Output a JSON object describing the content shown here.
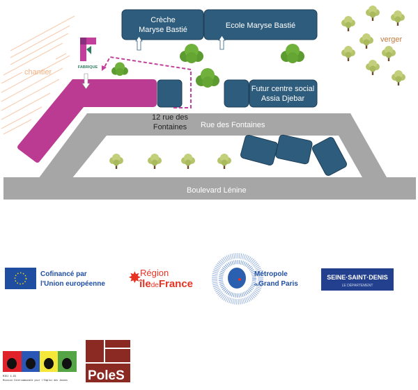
{
  "map": {
    "buildings": {
      "creche_line1": "Crèche",
      "creche_line2": "Maryse Bastié",
      "ecole": "Ecole Maryse Bastié",
      "centre_line1": "Futur centre social",
      "centre_line2": "Assia Djebar"
    },
    "labels": {
      "chantier": "chantier",
      "verger": "verger",
      "address_line1": "12 rue des",
      "address_line2": "Fontaines",
      "rue": "Rue des Fontaines",
      "boulevard": "Boulevard Lénine",
      "fabrique": "FABRIQUE"
    },
    "colors": {
      "building": "#2e5c7c",
      "magenta": "#bb3a92",
      "road": "#a6a6a6",
      "chantier": "#f4b183",
      "verger": "#c07a3e"
    }
  },
  "logos": {
    "eu_line1": "Cofinancé par",
    "eu_line2": "l'Union européenne",
    "region_line1": "Région",
    "region_ile": "île",
    "region_de": "de",
    "region_france": "France",
    "metropole_line1": "Métropole",
    "metropole_du": "du",
    "metropole_line2": "Grand Paris",
    "ssd_line1": "SEINE·SAINT·DENIS",
    "ssd_line2": "LE DÉPARTEMENT",
    "miej_line1": "MIEJ 4-93",
    "miej_line2": "Mission Intercommunale pour l'Emploi des Jeunes",
    "poles": "PoleS"
  }
}
